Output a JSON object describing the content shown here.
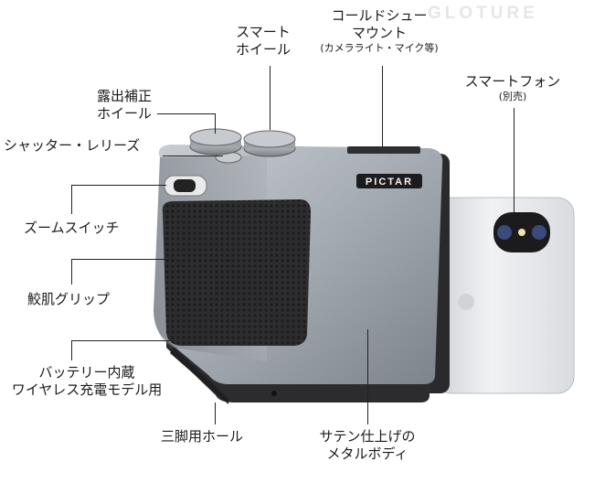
{
  "watermark": "GLOTURE",
  "device_logo": "PICTAR",
  "labels": {
    "smart_wheel": [
      "スマート",
      "ホイール"
    ],
    "cold_shoe": [
      "コールドシュー",
      "マウント"
    ],
    "cold_shoe_sub": "(カメラライト・マイク等)",
    "smartphone": "スマートフォン",
    "smartphone_sub": "(別売)",
    "exposure_wheel": [
      "露出補正",
      "ホイール"
    ],
    "shutter_release": "シャッター・レリーズ",
    "zoom_switch": "ズームスイッチ",
    "grip": "鮫肌グリップ",
    "battery": [
      "バッテリー内蔵",
      "ワイヤレス充電モデル用"
    ],
    "tripod_hole": "三脚用ホール",
    "body": [
      "サテン仕上げの",
      "メタルボディ"
    ]
  },
  "colors": {
    "body_metal": "#9aa1a8",
    "grip": "#2b2b2d",
    "phone": "#e4e6e9",
    "line": "#222222"
  }
}
